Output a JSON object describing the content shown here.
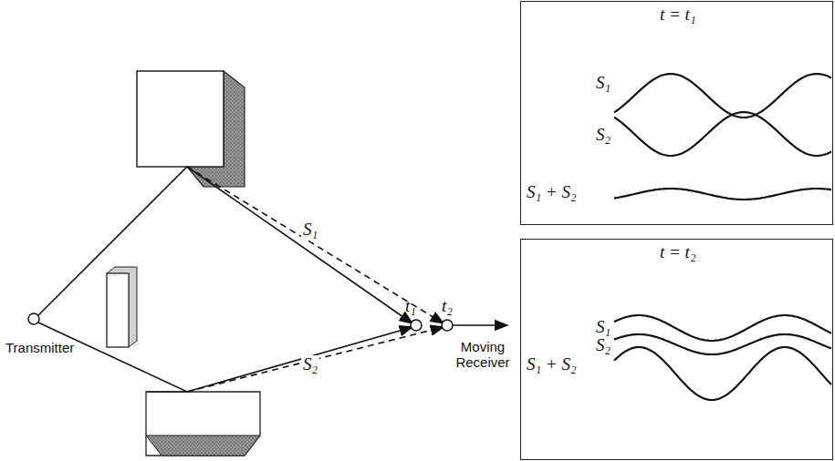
{
  "diagram": {
    "nodes": [
      {
        "text": [
          "t = t₁",
          "S₁",
          "S₂",
          "S₁ + S₂"
        ]
      },
      {
        "text": [
          "t = t₂",
          "S₁",
          "S₂",
          "S₁ + S₂"
        ]
      }
    ],
    "labels": [
      "S₁",
      "S₂",
      "t₁",
      "t₂",
      "Moving Receiver",
      "Transmitter"
    ]
  }
}
